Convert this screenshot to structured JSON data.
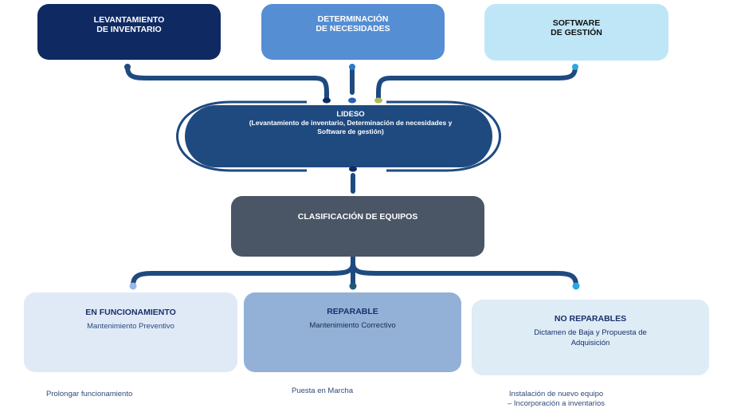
{
  "top_boxes": [
    {
      "title": "LEVANTAMIENTO\nDE INVENTARIO",
      "color": "#0f2a63"
    },
    {
      "title": "DETERMINACIÓN\nDE NECESIDADES",
      "color": "#558ed3"
    },
    {
      "title": "SOFTWARE\nDE GESTIÓN",
      "color": "#bfe6f7"
    }
  ],
  "center": {
    "title": "LIDESO",
    "subtitle": "(Levantamiento de inventario,  Determinación de necesidades y\nSoftware de gestión)",
    "color": "#1f4a80"
  },
  "classification": {
    "title": "CLASIFICACIÓN  DE EQUIPOS",
    "color": "#4a5566"
  },
  "categories": [
    {
      "title": "EN FUNCIONAMIENTO",
      "subtitle": "Mantenimiento Preventivo",
      "outcome": "Prolongar funcionamiento",
      "color": "#e0eaf7"
    },
    {
      "title": "REPARABLE",
      "subtitle": "Mantenimiento Correctivo",
      "outcome": "Puesta en Marcha",
      "color": "#93b1d7"
    },
    {
      "title": "NO REPARABLES",
      "subtitle": "Dictamen de Baja y Propuesta de\nAdquisición",
      "outcome": "Instalación de nuevo equipo\n– Incorporación a inventarios",
      "color": "#ddecf5"
    }
  ],
  "connector_color": "#1f4a80",
  "dot_colors": [
    "#0f2a63",
    "#2a62b8",
    "#a9bd5c",
    "#2aa9e0",
    "#9bb6ee",
    "#1d5a7a"
  ]
}
